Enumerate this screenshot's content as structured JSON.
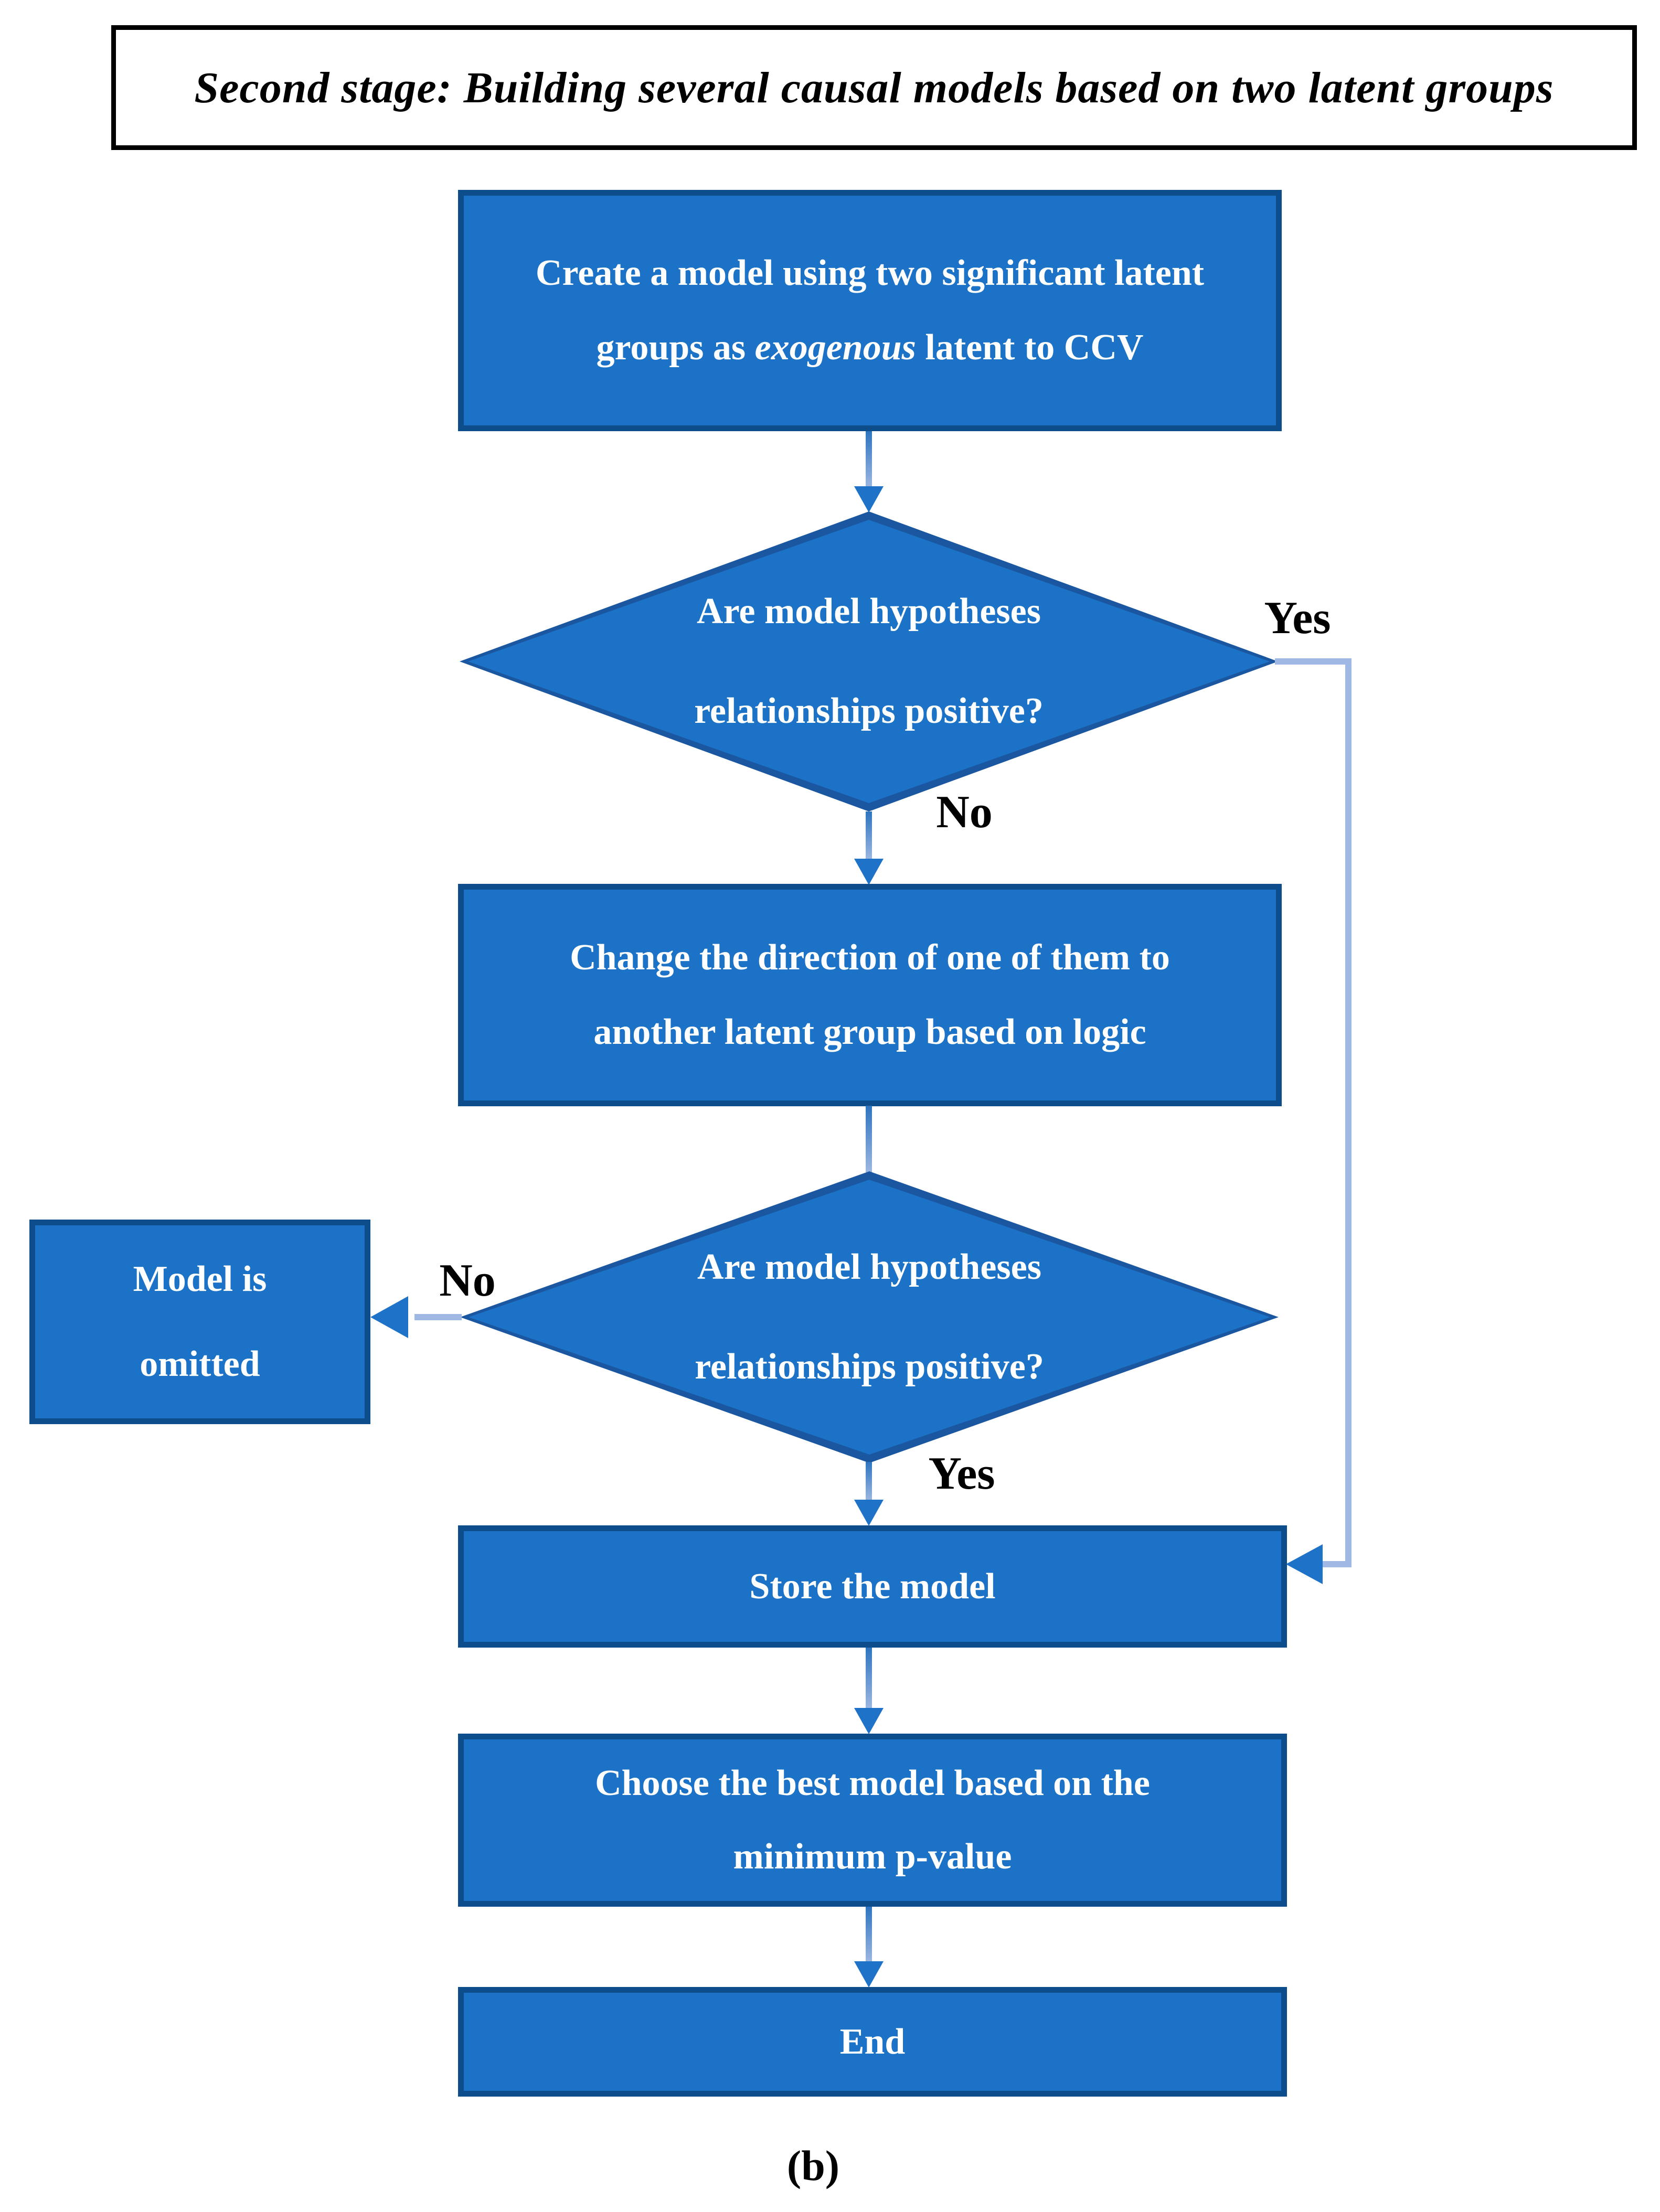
{
  "title": {
    "text": "Second stage: Building several causal models based on two latent groups"
  },
  "nodes": {
    "create_model": {
      "line1": "Create a model using two significant latent",
      "line2_prefix": "groups as ",
      "line2_italic": "exogenous",
      "line2_suffix": " latent to CCV"
    },
    "decision1": {
      "line1": "Are model hypotheses",
      "line2": "relationships positive?"
    },
    "change_direction": {
      "line1": "Change the direction of one of them to",
      "line2": "another latent group based on logic"
    },
    "decision2": {
      "line1": "Are model hypotheses",
      "line2": "relationships positive?"
    },
    "model_omitted": {
      "line1": "Model is",
      "line2": "omitted"
    },
    "store_model": {
      "label": "Store the model"
    },
    "choose_best": {
      "line1": "Choose the best model based on the",
      "line2": "minimum p-value"
    },
    "end": {
      "label": "End"
    }
  },
  "edge_labels": {
    "yes1": "Yes",
    "no1": "No",
    "no2": "No",
    "yes2": "Yes"
  },
  "caption": "(b)",
  "colors": {
    "node_fill": "#1B72C6",
    "node_border": "#0D4D8C",
    "diamond_border": "#1A57A0",
    "connector_light": "#9FB9E4",
    "connector_dark": "#2E74C0",
    "arrowhead": "#1E73C8",
    "title_border": "#000000",
    "text_on_blue": "#FFFFFF",
    "label_text": "#000000"
  }
}
